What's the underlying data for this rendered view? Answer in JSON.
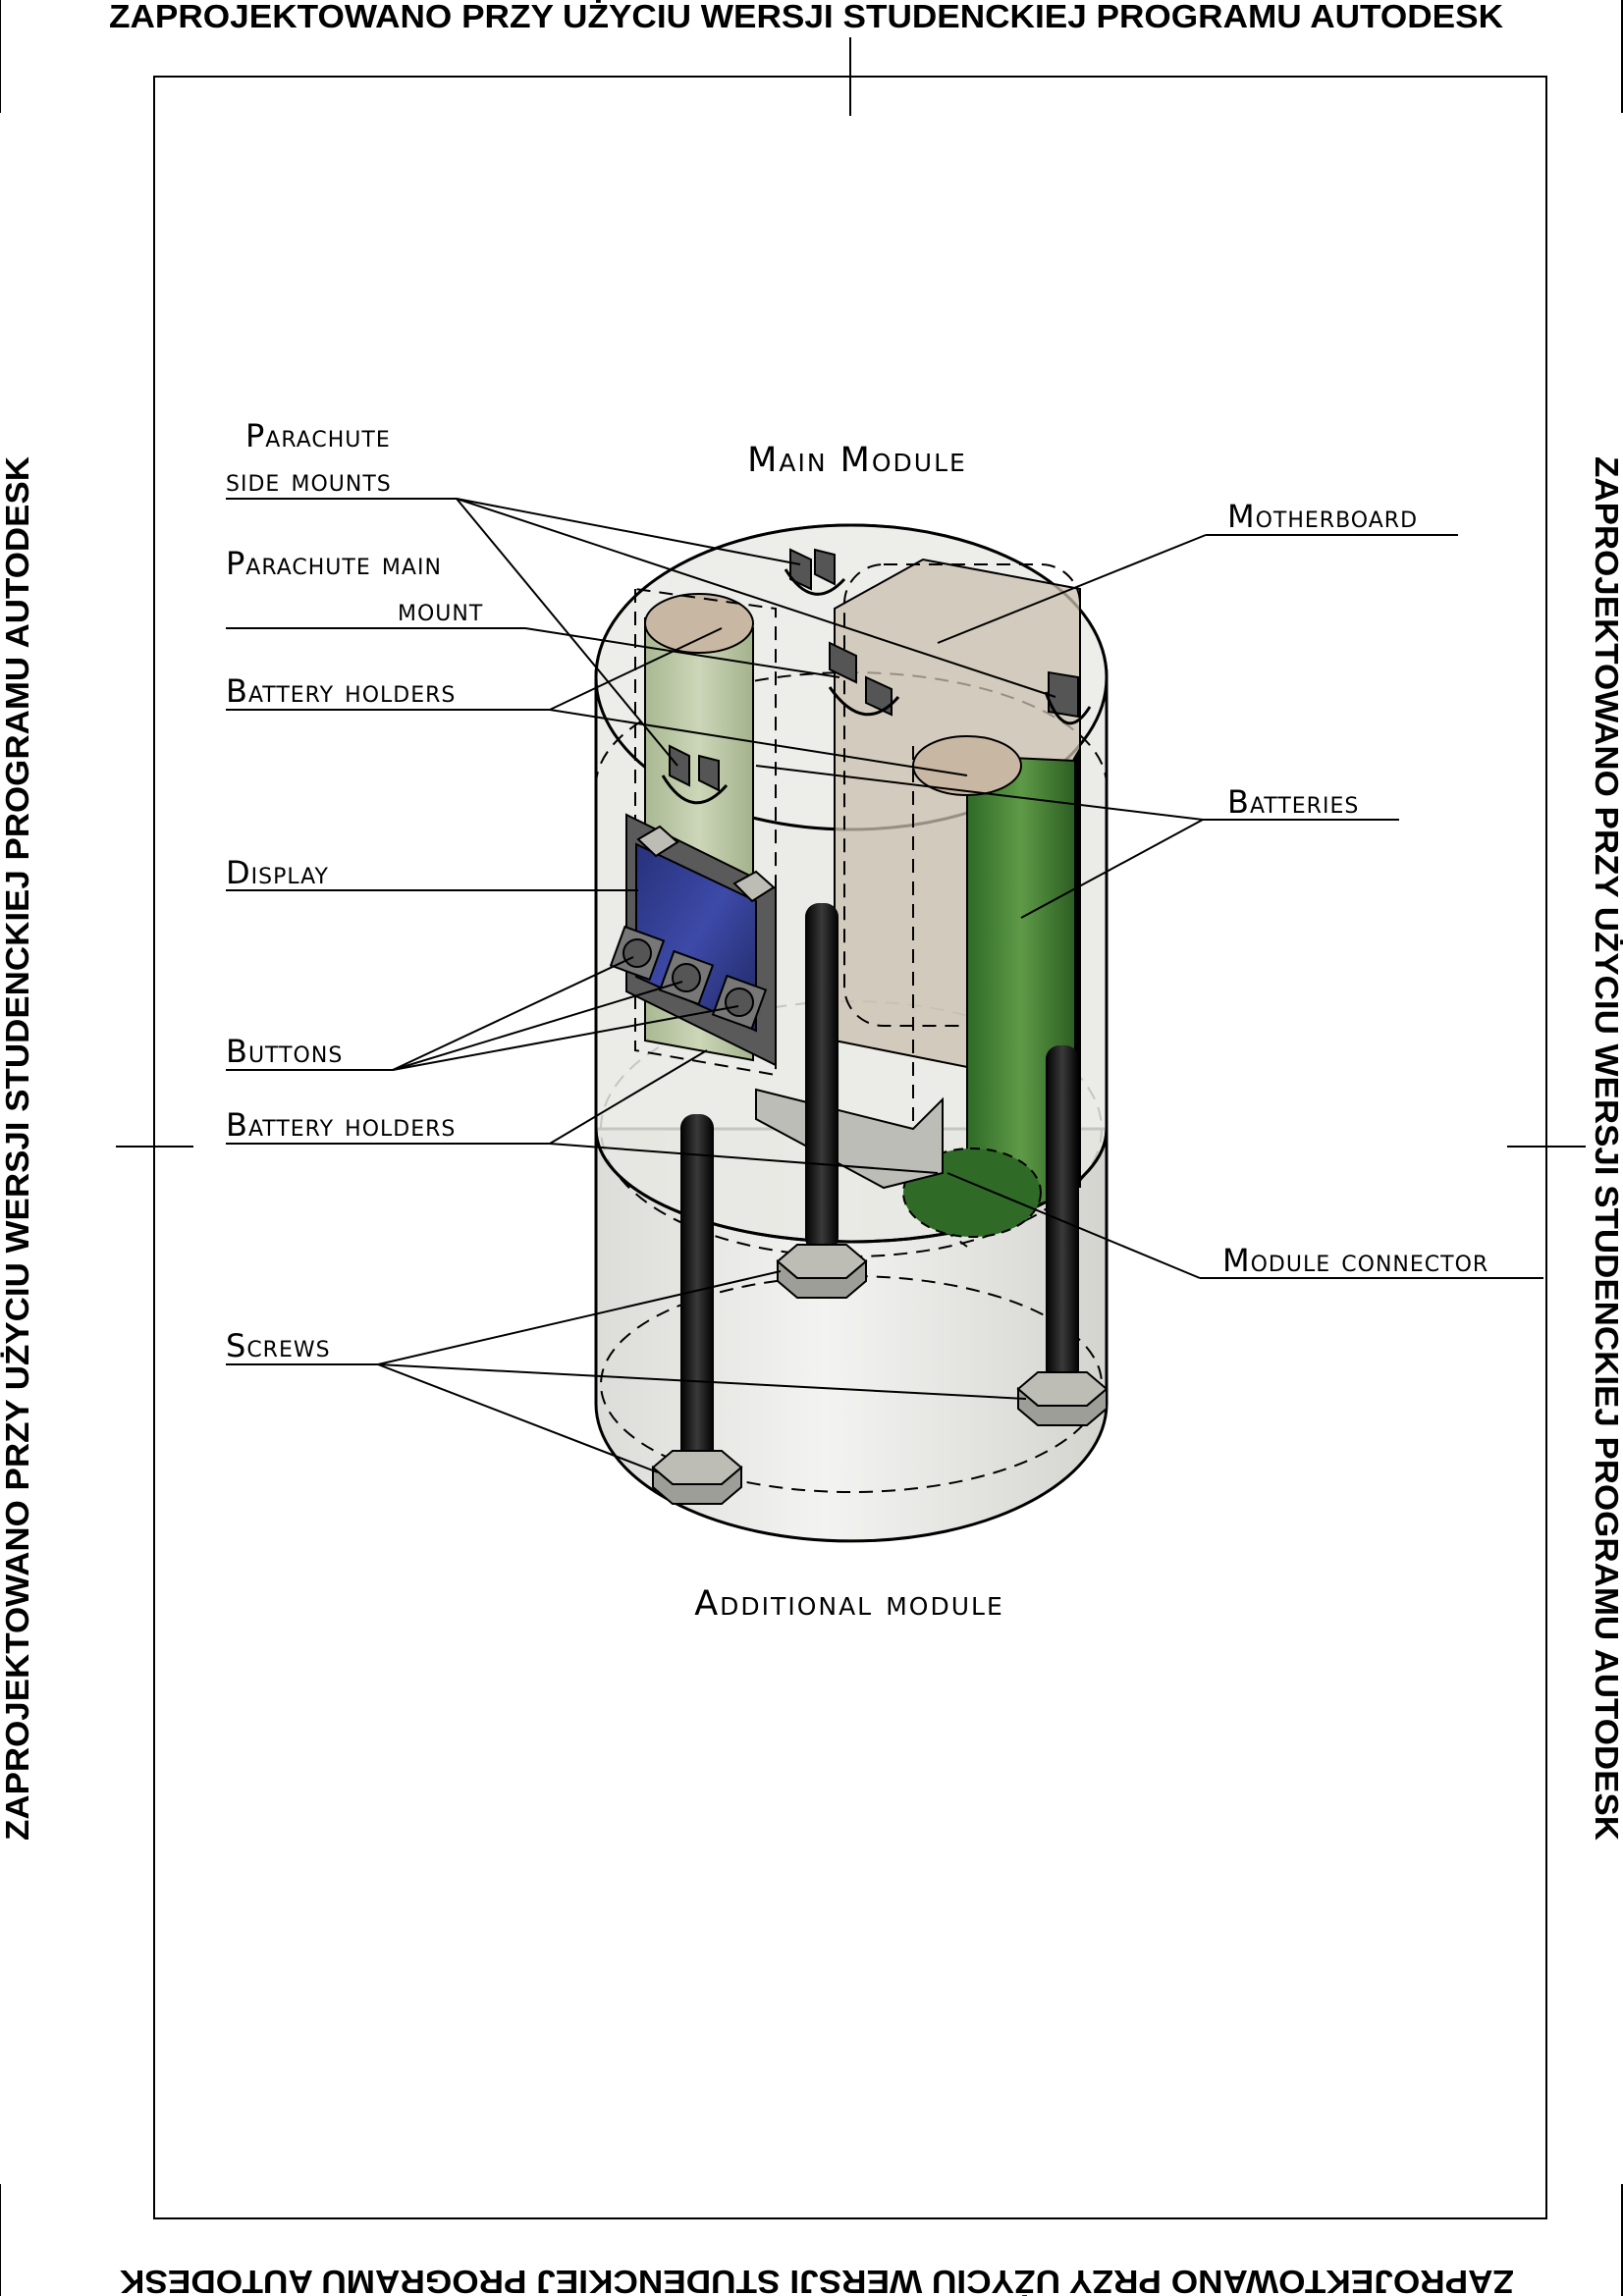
{
  "watermark": {
    "top": "ZAPROJEKTOWANO PRZY UŻYCIU WERSJI STUDENCKIEJ PROGRAMU AUTODESK",
    "bottom": "ZAPROJEKTOWANO PRZY UŻYCIU WERSJI STUDENCKIEJ PROGRAMU AUTODESK",
    "left": "ZAPROJEKTOWANO PRZY UŻYCIU WERSJI STUDENCKIEJ PROGRAMU AUTODESK",
    "right": "ZAPROJEKTOWANO PRZY UŻYCIU WERSJI STUDENCKIEJ PROGRAMU AUTODESK"
  },
  "titles": {
    "main_module": "Main Module",
    "additional_module": "Additional module"
  },
  "labels": {
    "parachute_side_1": "Parachute",
    "parachute_side_2": "side mounts",
    "parachute_main_1": "Parachute main",
    "parachute_main_2": "mount",
    "battery_holders_top": "Battery holders",
    "display": "Display",
    "buttons": "Buttons",
    "battery_holders_bottom": "Battery holders",
    "screws": "Screws",
    "motherboard": "Motherboard",
    "batteries": "Batteries",
    "module_connector": "Module connector"
  },
  "colors": {
    "battery_green": "#4f8d3a",
    "battery_light": "#b9c8a2",
    "display_blue": "#2e3a8c",
    "motherboard_tan": "#c9bfae",
    "housing": "#eeeeec",
    "screw": "#111111",
    "nut": "#bdbdb6"
  }
}
